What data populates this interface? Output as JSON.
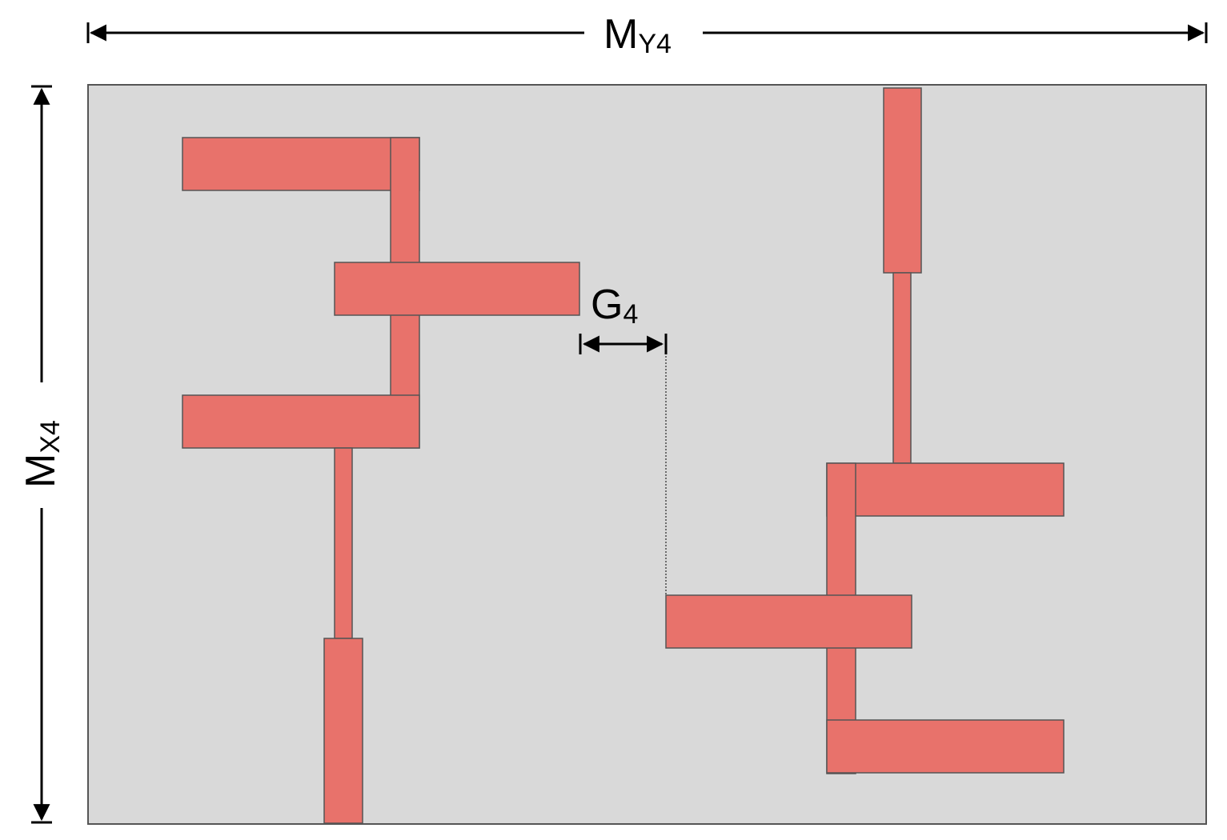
{
  "colors": {
    "substrate": "#d9d9d9",
    "substrate_border": "#555555",
    "metal": "#e8726b",
    "dimension_line": "#000000"
  },
  "labels": {
    "width": {
      "main": "M",
      "sub": "Y4"
    },
    "height": {
      "main": "M",
      "sub": "X4"
    },
    "gap": {
      "main": "G",
      "sub": "4"
    }
  }
}
